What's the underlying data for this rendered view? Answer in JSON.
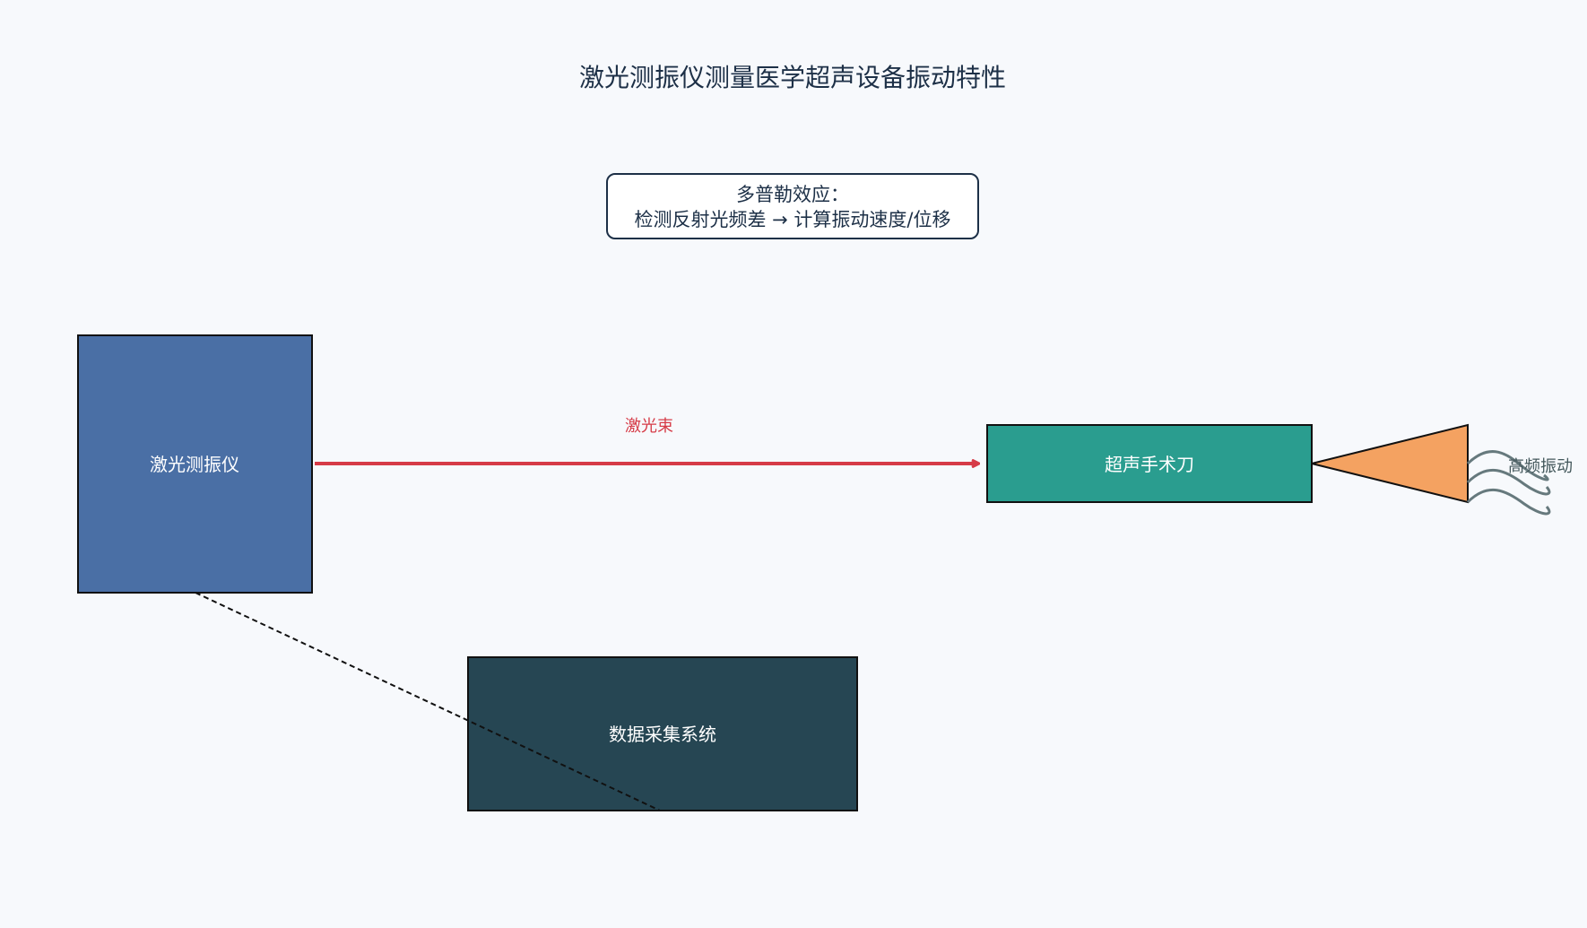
{
  "title": "激光测振仪测量医学超声设备振动特性",
  "note": {
    "line1": "多普勒效应：",
    "line2": "检测反射光频差 → 计算振动速度/位移"
  },
  "nodes": {
    "vibrometer": "激光测振仪",
    "scalpel": "超声手术刀",
    "daq": "数据采集系统"
  },
  "labels": {
    "beam": "激光束",
    "vibration": "高频振动"
  },
  "colors": {
    "vibrometer": "#4a6fa5",
    "scalpel": "#2a9d8f",
    "tip": "#f4a261",
    "daq": "#264653",
    "beam": "#d63b47",
    "wave": "#66797d"
  }
}
